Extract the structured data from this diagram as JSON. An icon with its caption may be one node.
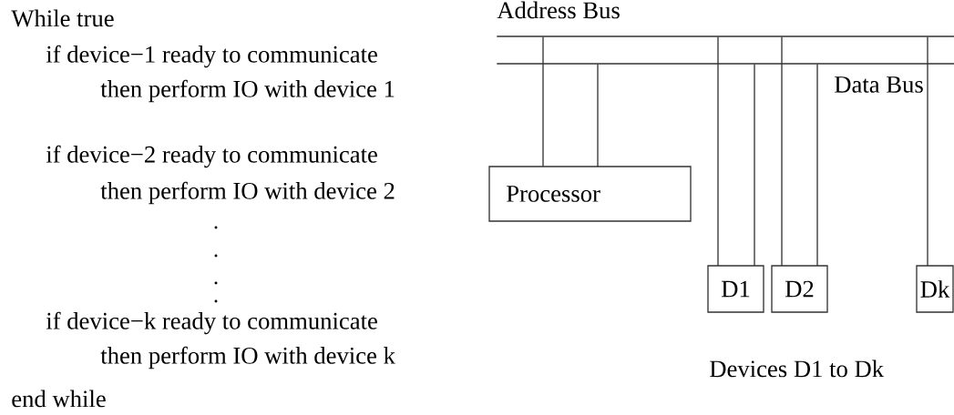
{
  "diagram": {
    "nodes": [
      {
        "text": [
          "Address Bus"
        ]
      },
      {
        "text": [
          "Data Bus"
        ]
      },
      {
        "text": [
          "Processor"
        ]
      },
      {
        "text": [
          "D1"
        ]
      },
      {
        "text": [
          "D2"
        ]
      },
      {
        "text": [
          "Dk"
        ]
      }
    ],
    "edges": [
      {
        "from": 2,
        "to": 0,
        "arrow": "none"
      },
      {
        "from": 2,
        "to": 1,
        "arrow": "none"
      },
      {
        "from": 3,
        "to": 0,
        "arrow": "none"
      },
      {
        "from": 3,
        "to": 1,
        "arrow": "none"
      },
      {
        "from": 4,
        "to": 0,
        "arrow": "none"
      },
      {
        "from": 4,
        "to": 1,
        "arrow": "none"
      },
      {
        "from": 5,
        "to": 0,
        "arrow": "none"
      }
    ],
    "labels": [
      "While  true",
      "if device−1 ready to communicate",
      "then perform IO with device 1",
      "if device−2 ready to communicate",
      "then perform IO with device 2",
      "if device−k ready to communicate",
      "then perform IO with device k",
      "end while",
      "Devices D1 to Dk"
    ]
  }
}
